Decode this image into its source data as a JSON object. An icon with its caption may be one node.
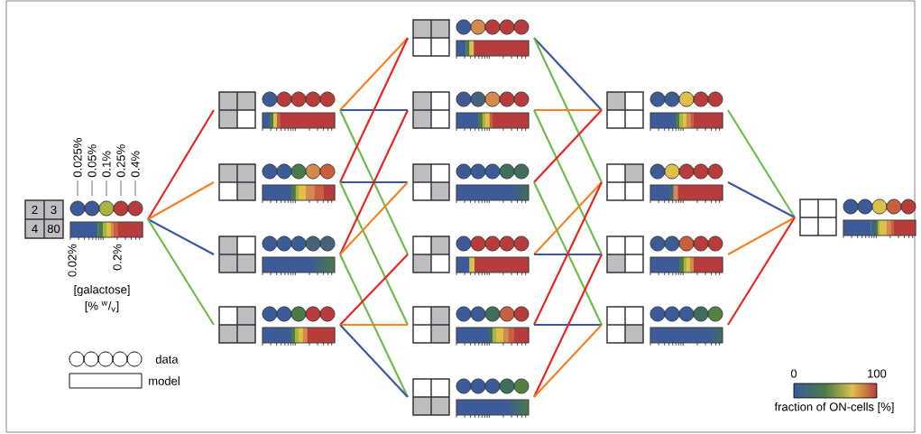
{
  "diagram": {
    "nodes": [
      {
        "text": [
          "2",
          "3",
          "4",
          "80"
        ]
      },
      {
        "text": [],
        "shape": "box"
      },
      {
        "text": [],
        "shape": "box"
      },
      {
        "text": [],
        "shape": "box"
      },
      {
        "text": [],
        "shape": "box"
      },
      {
        "text": [],
        "shape": "box"
      },
      {
        "text": [],
        "shape": "box"
      },
      {
        "text": [],
        "shape": "box"
      },
      {
        "text": [],
        "shape": "box"
      },
      {
        "text": [],
        "shape": "box"
      },
      {
        "text": [],
        "shape": "box"
      },
      {
        "text": [],
        "shape": "box"
      },
      {
        "text": [],
        "shape": "box"
      },
      {
        "text": [],
        "shape": "box"
      },
      {
        "text": [],
        "shape": "box"
      },
      {
        "text": [],
        "shape": "box"
      }
    ],
    "edges": [
      {
        "from": 0,
        "to": 1,
        "arrow": "none",
        "color": "#e8231f"
      },
      {
        "from": 0,
        "to": 2,
        "arrow": "none",
        "color": "#f58220"
      },
      {
        "from": 0,
        "to": 3,
        "arrow": "none",
        "color": "#3a56a5"
      },
      {
        "from": 0,
        "to": 4,
        "arrow": "none",
        "color": "#6abd45"
      },
      {
        "from": 1,
        "to": 5,
        "arrow": "none",
        "color": "#f58220"
      },
      {
        "from": 1,
        "to": 6,
        "arrow": "none",
        "color": "#3a56a5"
      },
      {
        "from": 1,
        "to": 8,
        "arrow": "none",
        "color": "#6abd45"
      },
      {
        "from": 2,
        "to": 5,
        "arrow": "none",
        "color": "#e8231f"
      },
      {
        "from": 2,
        "to": 7,
        "arrow": "none",
        "color": "#3a56a5"
      },
      {
        "from": 2,
        "to": 9,
        "arrow": "none",
        "color": "#6abd45"
      },
      {
        "from": 3,
        "to": 6,
        "arrow": "none",
        "color": "#e8231f"
      },
      {
        "from": 3,
        "to": 7,
        "arrow": "none",
        "color": "#f58220"
      },
      {
        "from": 3,
        "to": 10,
        "arrow": "none",
        "color": "#6abd45"
      },
      {
        "from": 4,
        "to": 8,
        "arrow": "none",
        "color": "#e8231f"
      },
      {
        "from": 4,
        "to": 9,
        "arrow": "none",
        "color": "#f58220"
      },
      {
        "from": 4,
        "to": 10,
        "arrow": "none",
        "color": "#3a56a5"
      },
      {
        "from": 5,
        "to": 11,
        "arrow": "none",
        "color": "#3a56a5"
      },
      {
        "from": 5,
        "to": 12,
        "arrow": "none",
        "color": "#6abd45"
      },
      {
        "from": 6,
        "to": 11,
        "arrow": "none",
        "color": "#f58220"
      },
      {
        "from": 6,
        "to": 13,
        "arrow": "none",
        "color": "#6abd45"
      },
      {
        "from": 7,
        "to": 11,
        "arrow": "none",
        "color": "#e8231f"
      },
      {
        "from": 7,
        "to": 14,
        "arrow": "none",
        "color": "#6abd45"
      },
      {
        "from": 8,
        "to": 12,
        "arrow": "none",
        "color": "#f58220"
      },
      {
        "from": 8,
        "to": 13,
        "arrow": "none",
        "color": "#3a56a5"
      },
      {
        "from": 9,
        "to": 12,
        "arrow": "none",
        "color": "#e8231f"
      },
      {
        "from": 9,
        "to": 14,
        "arrow": "none",
        "color": "#3a56a5"
      },
      {
        "from": 10,
        "to": 13,
        "arrow": "none",
        "color": "#e8231f"
      },
      {
        "from": 10,
        "to": 14,
        "arrow": "none",
        "color": "#f58220"
      },
      {
        "from": 11,
        "to": 15,
        "arrow": "none",
        "color": "#6abd45"
      },
      {
        "from": 12,
        "to": 15,
        "arrow": "none",
        "color": "#3a56a5"
      },
      {
        "from": 13,
        "to": 15,
        "arrow": "none",
        "color": "#f58220"
      },
      {
        "from": 14,
        "to": 15,
        "arrow": "none",
        "color": "#e8231f"
      }
    ],
    "labels": [
      "0.025%",
      "0.05%",
      "0.1%",
      "0.25%",
      "0.4%",
      "0.02%",
      "0.2%",
      "[galactose]",
      "[% $^{w}$/$_{v}$]",
      "0",
      "100",
      "fraction of ON-cells [%]"
    ],
    "legend": [
      {
        "text": "data"
      },
      {
        "text": "model"
      }
    ]
  }
}
